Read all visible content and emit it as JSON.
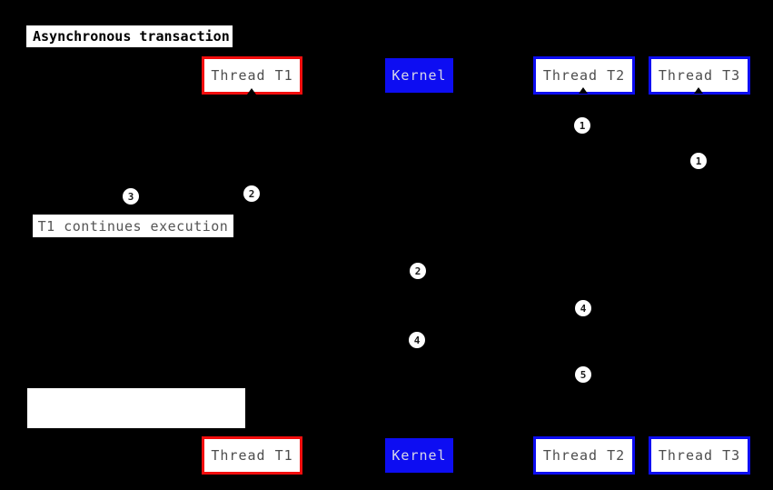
{
  "title": "Asynchronous transaction",
  "participants": {
    "t1": {
      "label": "Thread T1"
    },
    "kernel": {
      "label": "Kernel"
    },
    "t2": {
      "label": "Thread T2"
    },
    "t3": {
      "label": "Thread T3"
    }
  },
  "notes": {
    "t1_continues": {
      "label": "T1 continues execution"
    },
    "blank": {
      "label": ""
    }
  },
  "markers": [
    {
      "value": "1"
    },
    {
      "value": "1"
    },
    {
      "value": "2"
    },
    {
      "value": "3"
    },
    {
      "value": "2"
    },
    {
      "value": "4"
    },
    {
      "value": "4"
    },
    {
      "value": "5"
    }
  ],
  "colors": {
    "background": "#000000",
    "thread_t1_border": "#f20d0d",
    "kernel_fill": "#0d0df2",
    "thread_t2_border": "#0d0df2",
    "thread_t3_border": "#0d0df2",
    "participant_text": "#4d4d4d",
    "kernel_text": "#d8d8e8",
    "title_text": "#000000",
    "note_text": "#555555",
    "marker_fill": "#ffffff",
    "marker_text": "#1a1a1a"
  }
}
